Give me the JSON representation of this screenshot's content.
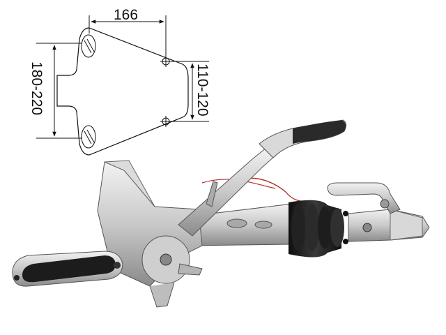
{
  "dimensions": {
    "top_width": "166",
    "outer_height": "180-220",
    "inner_height": "110-120"
  },
  "colors": {
    "metal_light": "#e6e6e6",
    "metal_mid": "#bdbdbd",
    "metal_dark": "#7d7d7d",
    "rubber": "#1c1c1c",
    "handle_grip": "#2a2a2a",
    "cable": "#b0302a"
  }
}
